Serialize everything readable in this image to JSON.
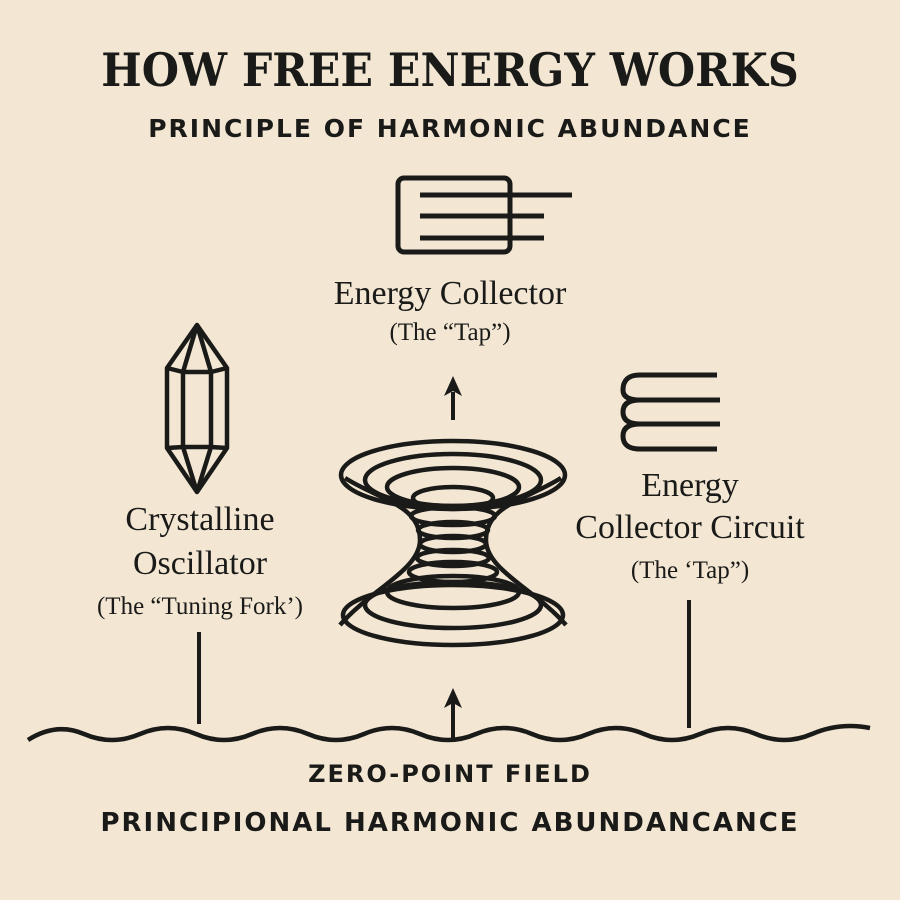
{
  "header": {
    "title": "HOW FREE ENERGY WORKS",
    "subtitle": "PRINCIPLE OF HARMONIC ABUNDANCE"
  },
  "components": {
    "top_collector": {
      "icon": "collector-box-icon",
      "label": "Energy Collector",
      "sublabel": "(The “Tap”)"
    },
    "crystal": {
      "icon": "crystal-icon",
      "label_line1": "Crystalline",
      "label_line2": "Oscillator",
      "sublabel": "(The “Tuning Fork’)"
    },
    "circuit": {
      "icon": "coil-circuit-icon",
      "label_line1": "Energy",
      "label_line2": "Collector Circuit",
      "sublabel": "(The ‘Tap”)"
    },
    "vortex": {
      "icon": "vortex-icon"
    }
  },
  "footer": {
    "field_label": "ZERO-POINT FIELD",
    "tagline": "PRINCIPIONAL HARMONIC ABUNDANCANCE"
  },
  "colors": {
    "background": "#f3e7d4",
    "ink": "#1a1a18"
  }
}
